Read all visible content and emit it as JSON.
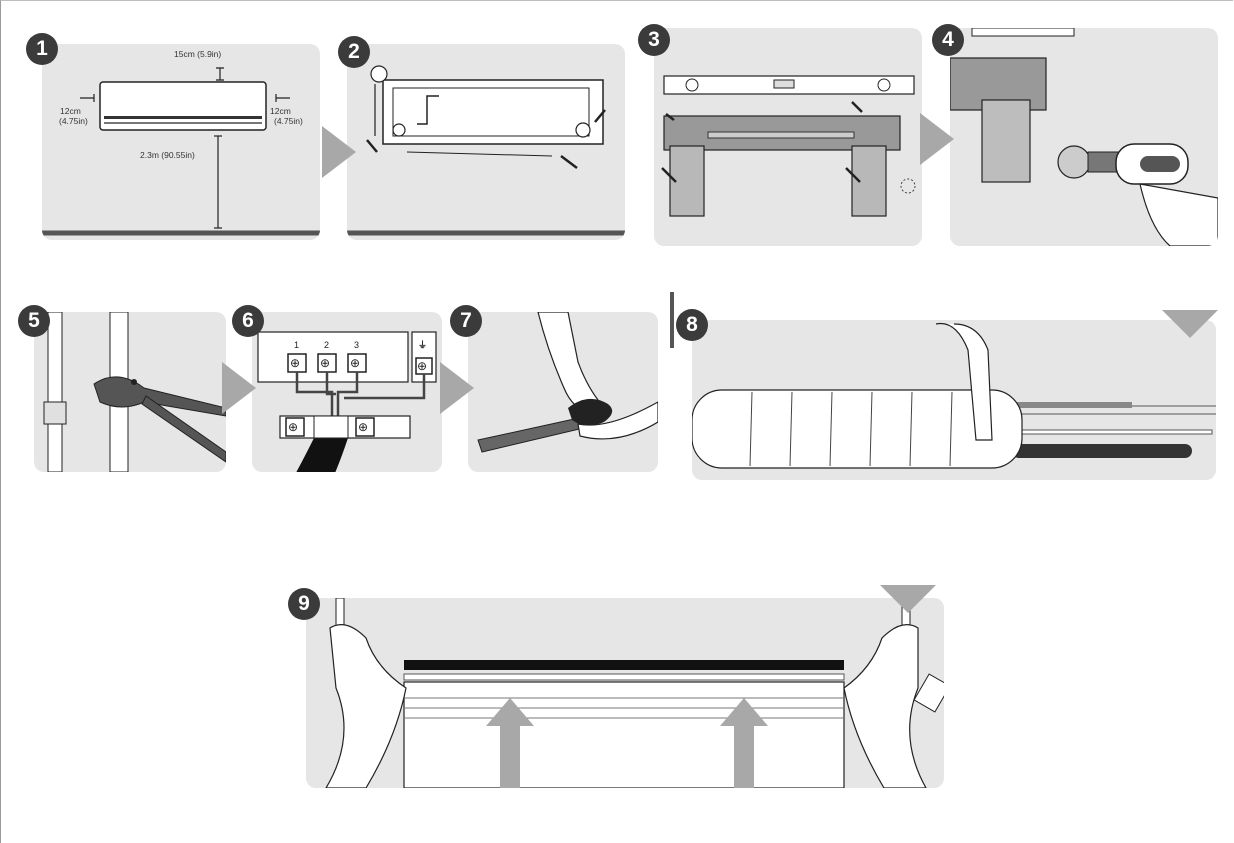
{
  "steps": [
    "1",
    "2",
    "3",
    "4",
    "5",
    "6",
    "7",
    "8",
    "9"
  ],
  "step1": {
    "top_clearance": "15cm (5.9in)",
    "left_clearance_cm": "12cm",
    "left_clearance_in": "(4.75in)",
    "right_clearance_cm": "12cm",
    "right_clearance_in": "(4.75in)",
    "floor_clearance": "2.3m (90.55in)"
  },
  "step6": {
    "terminal_labels": [
      "1",
      "2",
      "3"
    ]
  },
  "colors": {
    "panel_bg": "#e6e6e6",
    "badge": "#3b3b3b",
    "arrow": "#a8a8a8",
    "line": "#2a2a2a"
  },
  "icons": [
    "screw-terminal-icon",
    "ground-symbol-icon",
    "flow-arrow-icon",
    "push-up-arrow-icon"
  ]
}
